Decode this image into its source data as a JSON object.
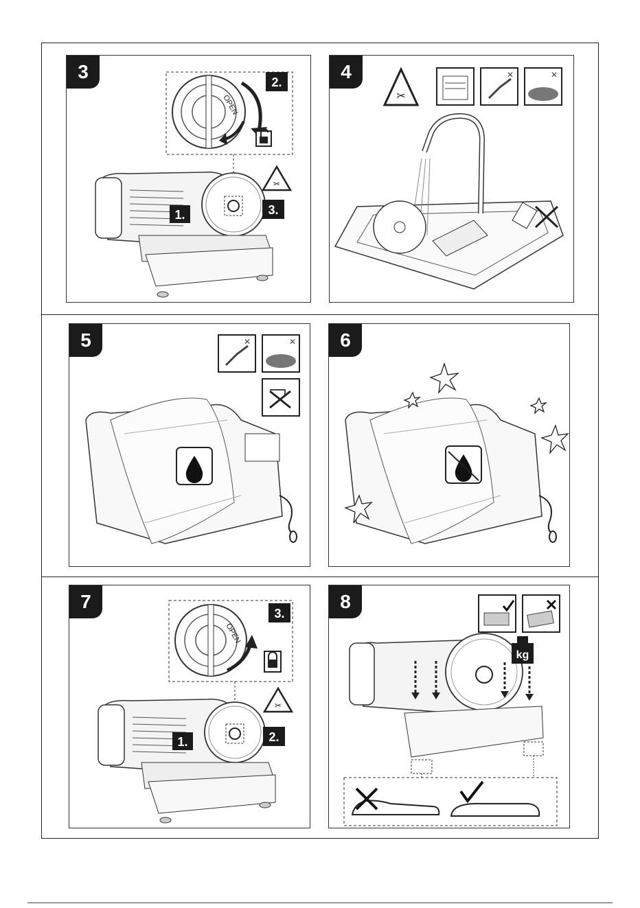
{
  "page": {
    "title": ""
  },
  "panels": [
    {
      "number": "3",
      "steps": [
        "1.",
        "2.",
        "3."
      ],
      "dial_text": "OPEN",
      "icons": [
        "blade-warning-icon",
        "unlock-icon"
      ]
    },
    {
      "number": "4",
      "icons": [
        "blade-warning-icon",
        "no-dishwasher-icon",
        "no-scraper-icon",
        "no-scouring-pad-icon",
        "no-detergent-icon"
      ]
    },
    {
      "number": "5",
      "icons": [
        "no-scraper-icon",
        "no-scouring-pad-icon",
        "no-running-water-icon",
        "drop-icon"
      ]
    },
    {
      "number": "6",
      "icons": [
        "no-drop-icon"
      ]
    },
    {
      "number": "7",
      "steps": [
        "1.",
        "2.",
        "3."
      ],
      "dial_text": "OPEN",
      "icons": [
        "blade-warning-icon",
        "lock-icon"
      ]
    },
    {
      "number": "8",
      "weight_label": "kg",
      "icons": [
        "placement-correct-icon",
        "placement-wrong-icon",
        "foot-wrong-icon",
        "foot-correct-icon"
      ]
    }
  ]
}
